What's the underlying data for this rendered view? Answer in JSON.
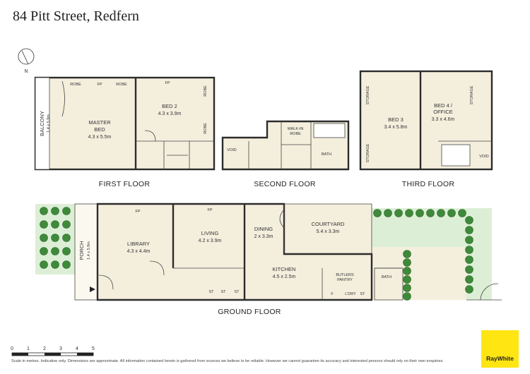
{
  "title": "84 Pitt Street, Redfern",
  "compass": "N",
  "floors": {
    "first": "FIRST FLOOR",
    "second": "SECOND FLOOR",
    "third": "THIRD FLOOR",
    "ground": "GROUND FLOOR"
  },
  "rooms": {
    "balcony": "BALCONY",
    "balcony_dim": "1.4 x 5.9m",
    "master": "MASTER",
    "master2": "BED",
    "master_dim": "4.3 x 5.5m",
    "bed2": "BED 2",
    "bed2_dim": "4.3 x 3.9m",
    "robe": "ROBE",
    "fp": "FP",
    "walkin1": "WALK-IN",
    "walkin2": "ROBE",
    "bath": "BATH",
    "void": "VOID",
    "storage": "STORAGE",
    "bed3": "BED 3",
    "bed3_dim": "3.4 x 5.8m",
    "bed4a": "BED 4 /",
    "bed4b": "OFFICE",
    "bed4_dim": "3.3 x 4.6m",
    "porch": "PORCH",
    "porch_dim": "1.4 x 5.9m",
    "library": "LIBRARY",
    "library_dim": "4.3 x 4.4m",
    "living": "LIVING",
    "living_dim": "4.2 x 3.9m",
    "dining": "DINING",
    "dining_dim": "2 x 3.3m",
    "courtyard": "COURTYARD",
    "courtyard_dim": "5.4 x 3.3m",
    "kitchen": "KITCHEN",
    "kitchen_dim": "4.5 x 2.5m",
    "butlers1": "BUTLERS",
    "butlers2": "PANTRY",
    "st": "ST",
    "f": "F",
    "ldry": "L'DRY"
  },
  "scale": {
    "ticks": [
      "0",
      "1",
      "2",
      "3",
      "4",
      "5"
    ],
    "caption": "Scale in metres. Indicative only. Dimensions are approximate. All information contained herein is gathered from sources we believe to be reliable. However we cannot guarantee its accuracy and interested persons should rely on their own enquiries."
  },
  "brand": {
    "name": "RayWhite",
    "color": "#ffe512"
  },
  "colors": {
    "floor": "#f4eedd",
    "wall": "#2c2c2c",
    "garden": "#dcefd6",
    "plant": "#3f8a3a"
  }
}
